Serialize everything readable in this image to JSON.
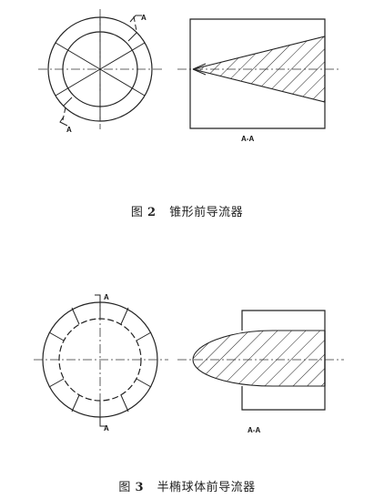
{
  "figures": [
    {
      "caption_prefix": "图",
      "caption_number": "2",
      "caption_title": "锥形前导流器",
      "section_marks": [
        "A",
        "A"
      ],
      "section_label": "A-A"
    },
    {
      "caption_prefix": "图",
      "caption_number": "3",
      "caption_title": "半椭球体前导流器",
      "section_marks": [
        "A",
        "A"
      ],
      "section_label": "A-A"
    }
  ]
}
